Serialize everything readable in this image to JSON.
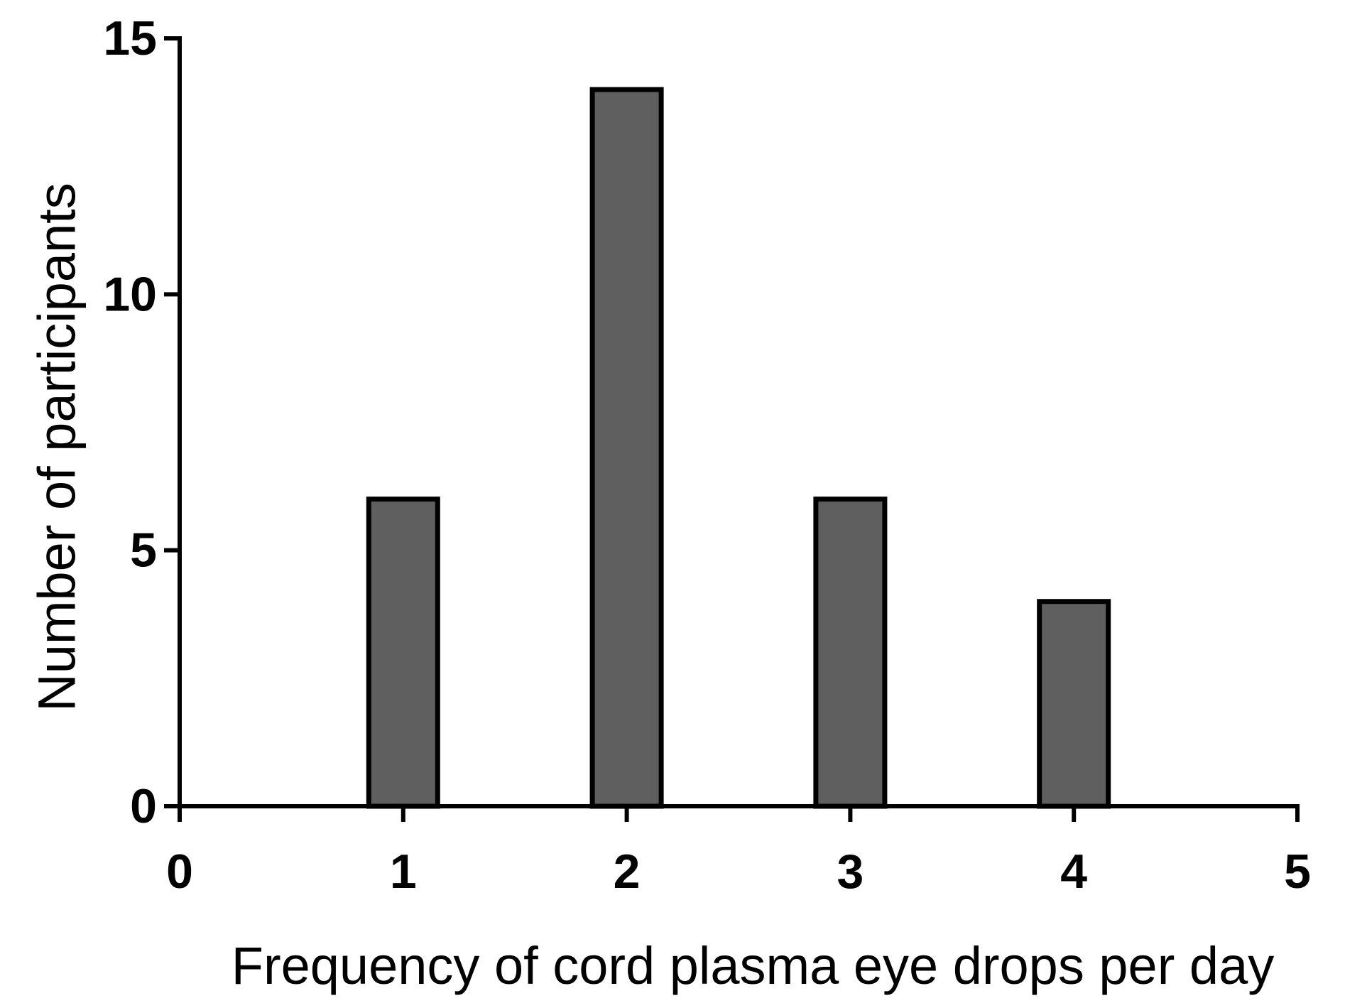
{
  "chart_data": {
    "type": "bar",
    "title": "",
    "xlabel": "Frequency of cord plasma eye drops per day",
    "ylabel": "Number of participants",
    "x": [
      1,
      2,
      3,
      4
    ],
    "values": [
      6,
      14,
      6,
      4
    ],
    "xlim": [
      0,
      5
    ],
    "ylim": [
      0,
      15
    ],
    "xticks": [
      "0",
      "1",
      "2",
      "3",
      "4",
      "5"
    ],
    "yticks": [
      "0",
      "5",
      "10",
      "15"
    ],
    "bar_color": "#5f5f5f",
    "grid": false,
    "legend": "none"
  }
}
